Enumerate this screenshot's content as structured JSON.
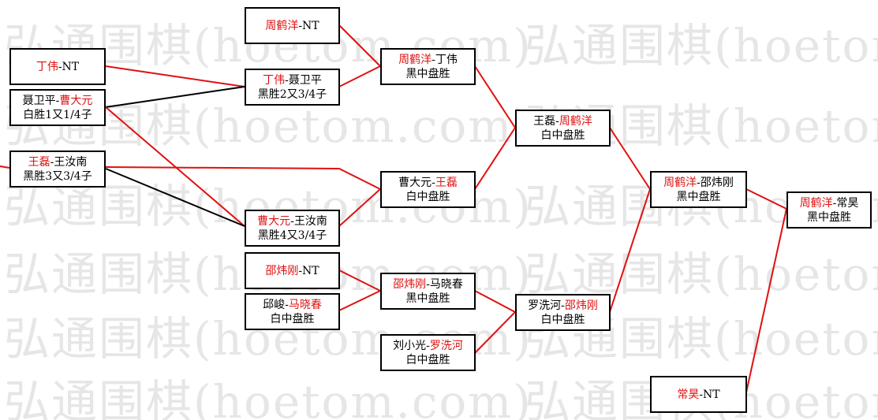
{
  "watermark": "弘通围棋(hoetom.com)",
  "colors": {
    "winner": "#e01010",
    "line_win": "#e01010",
    "line_loss": "#000000"
  },
  "matches": [
    {
      "id": "m1",
      "line1": [
        {
          "t": "丁伟",
          "c": "red"
        },
        {
          "t": "-NT",
          "c": "blk"
        }
      ],
      "line2": ""
    },
    {
      "id": "m2",
      "line1": [
        {
          "t": "聂卫平-",
          "c": "blk"
        },
        {
          "t": "曹大元",
          "c": "red"
        }
      ],
      "line2": "白胜1又1/4子"
    },
    {
      "id": "m3",
      "line1": [
        {
          "t": "王磊",
          "c": "red"
        },
        {
          "t": "-王汝南",
          "c": "blk"
        }
      ],
      "line2": "黑胜3又3/4子"
    },
    {
      "id": "m4",
      "line1": [
        {
          "t": "周鹤洋",
          "c": "red"
        },
        {
          "t": "-NT",
          "c": "blk"
        }
      ],
      "line2": ""
    },
    {
      "id": "m5",
      "line1": [
        {
          "t": "丁伟",
          "c": "red"
        },
        {
          "t": "-聂卫平",
          "c": "blk"
        }
      ],
      "line2": "黑胜2又3/4子"
    },
    {
      "id": "m6",
      "line1": [
        {
          "t": "曹大元",
          "c": "red"
        },
        {
          "t": "-王汝南",
          "c": "blk"
        }
      ],
      "line2": "黑胜4又3/4子"
    },
    {
      "id": "m7",
      "line1": [
        {
          "t": "邵炜刚",
          "c": "red"
        },
        {
          "t": "-NT",
          "c": "blk"
        }
      ],
      "line2": ""
    },
    {
      "id": "m8",
      "line1": [
        {
          "t": "邱峻-",
          "c": "blk"
        },
        {
          "t": "马晓春",
          "c": "red"
        }
      ],
      "line2": "白中盘胜"
    },
    {
      "id": "m9",
      "line1": [
        {
          "t": "周鹤洋",
          "c": "red"
        },
        {
          "t": "-丁伟",
          "c": "blk"
        }
      ],
      "line2": "黑中盘胜"
    },
    {
      "id": "m10",
      "line1": [
        {
          "t": "曹大元-",
          "c": "blk"
        },
        {
          "t": "王磊",
          "c": "red"
        }
      ],
      "line2": "白中盘胜"
    },
    {
      "id": "m11",
      "line1": [
        {
          "t": "邵炜刚",
          "c": "red"
        },
        {
          "t": "-马晓春",
          "c": "blk"
        }
      ],
      "line2": "黑中盘胜"
    },
    {
      "id": "m12",
      "line1": [
        {
          "t": "刘小光-",
          "c": "blk"
        },
        {
          "t": "罗洗河",
          "c": "red"
        }
      ],
      "line2": "白中盘胜"
    },
    {
      "id": "m13",
      "line1": [
        {
          "t": "王磊-",
          "c": "blk"
        },
        {
          "t": "周鹤洋",
          "c": "red"
        }
      ],
      "line2": "白中盘胜"
    },
    {
      "id": "m14",
      "line1": [
        {
          "t": "罗洗河-",
          "c": "blk"
        },
        {
          "t": "邵炜刚",
          "c": "red"
        }
      ],
      "line2": "白中盘胜"
    },
    {
      "id": "m15",
      "line1": [
        {
          "t": "周鹤洋",
          "c": "red"
        },
        {
          "t": "-邵炜刚",
          "c": "blk"
        }
      ],
      "line2": "黑中盘胜"
    },
    {
      "id": "m16",
      "line1": [
        {
          "t": "常昊",
          "c": "red"
        },
        {
          "t": "-NT",
          "c": "blk"
        }
      ],
      "line2": ""
    },
    {
      "id": "m17",
      "line1": [
        {
          "t": "周鹤洋",
          "c": "red"
        },
        {
          "t": "-常昊",
          "c": "blk"
        }
      ],
      "line2": "黑中盘胜"
    }
  ]
}
